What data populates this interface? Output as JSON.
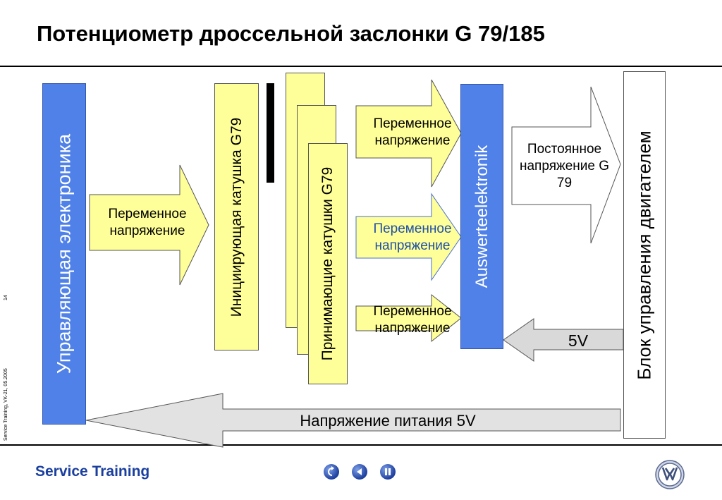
{
  "header": {
    "title": "Потенциометр дроссельной заслонки G 79/185"
  },
  "side_meta": {
    "page_number": "14",
    "footer_note": "Service Training, VK-21, 05.2005"
  },
  "diagram": {
    "control_electronics": "Управляющая электроника",
    "arrow_left_label": "Переменное напряжение",
    "excitation_coil": "Инициирующая катушка G79",
    "receiving_coils": "Принимающие катушки G79",
    "arrow_right_1": "Переменное напряжение",
    "arrow_right_2": "Переменное напряжение",
    "arrow_right_3": "Переменное напряжение",
    "evaluation": "Auswerteelektronik",
    "dc_arrow_label": "Постоянное напряжение G 79",
    "ecu": "Блок управления двигателем",
    "arrow_5v": "5V",
    "supply_arrow": "Напряжение питания 5V",
    "colors": {
      "yellow": "#ffff99",
      "blue": "#4f81e8",
      "accent_blue_text": "#1f4fa8"
    }
  },
  "footer": {
    "service_label": "Service Training",
    "brand": "VW-logo"
  },
  "nav": {
    "buttons": [
      "back-to-start-icon",
      "previous-icon",
      "pause-icon"
    ]
  }
}
